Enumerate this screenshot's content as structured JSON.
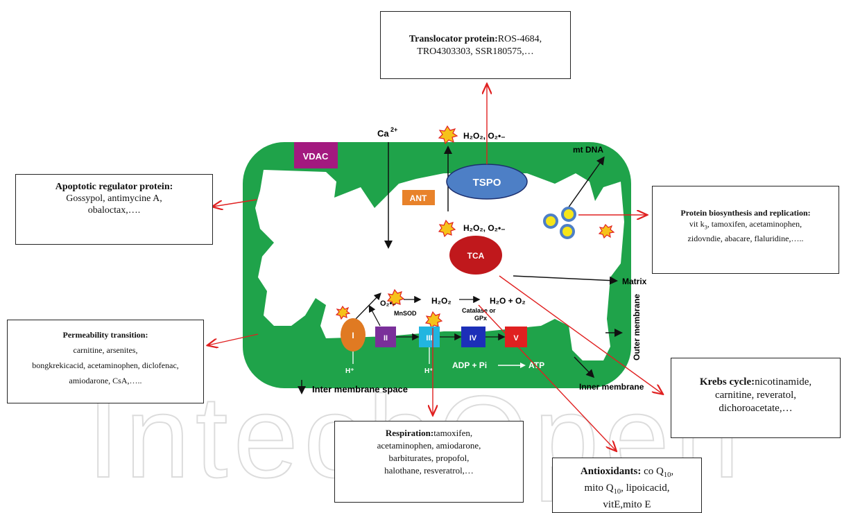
{
  "watermark": "IntechOpen",
  "diagram": {
    "vdac": "VDAC",
    "ant": "ANT",
    "tspo": "TSPO",
    "tca": "TCA",
    "ca": "Ca",
    "ca_sup": "2+",
    "h2o2_o2_top": "H₂O₂, O₂•₋",
    "h2o2_o2_mid": "H₂O₂, O₂•₋",
    "mtdna": "mt DNA",
    "matrix": "Matrix",
    "outer_membrane": "Outer membrane",
    "inner_membrane": "Inner membrane",
    "inter_membrane_space": "Inter membrane space",
    "o2_radical": "O₂•₋",
    "h2o2_a": "H₂O₂",
    "h2o_o2": "H₂O + O₂",
    "mnsod": "MnSOD",
    "catalase_1": "Catalase or",
    "catalase_2": "GPx",
    "complexes": [
      "I",
      "II",
      "III",
      "IV",
      "V"
    ],
    "hplus_1": "H⁺",
    "hplus_2": "H⁺",
    "adp": "ADP + Pi",
    "atp": "ATP",
    "colors": {
      "membrane": "#1fa34a",
      "vdac": "#a3197f",
      "ant": "#e8822a",
      "tspo": "#4d7fc6",
      "tca": "#c0181c",
      "c1": "#e07a22",
      "c2": "#7a2f9a",
      "c3": "#22b5e0",
      "c4": "#1c2fb8",
      "c5": "#e02020",
      "arrow_red": "#e02020"
    }
  },
  "boxes": {
    "translocator": {
      "title": "Translocator protein:",
      "text1": "ROS-4684,",
      "text2": "TRO4303303, SSR180575,…"
    },
    "apoptotic": {
      "title": "Apoptotic regulator protein:",
      "line1": "Gossypol, antimycine A,",
      "line2": "obaloctax,…."
    },
    "protein": {
      "title": "Protein biosynthesis and replication:",
      "line1_pre": "vit k",
      "line1_sub": "3",
      "line1_post": ",  tamoxifen, acetaminophen,",
      "line2": "zidovndie, abacare, flaluridine,….."
    },
    "permeability": {
      "title": "Permeability transition:",
      "line1": "carnitine, arsenites,",
      "line2": "bongkrekicacid, acetaminophen, diclofenac,",
      "line3": "amiodarone, CsA,….."
    },
    "krebs": {
      "title": "Krebs cycle:",
      "text1": "nicotinamide,",
      "line2": "carnitine, reveratol,",
      "line3": "dichoroacetate,…"
    },
    "respiration": {
      "title": "Respiration:",
      "text1": "tamoxifen,",
      "line2": "acetaminophen, amiodarone,",
      "line3": "barbiturates, propofol,",
      "line4": "halothane, resveratrol,…"
    },
    "antioxidants": {
      "title": "Antioxidants:",
      "text1_pre": " co Q",
      "text1_sub": "10",
      "text1_post": ",",
      "line2_pre": "mito Q",
      "line2_sub": "10",
      "line2_post": ", lipoicacid,",
      "line3": "vitE,mito E"
    }
  }
}
